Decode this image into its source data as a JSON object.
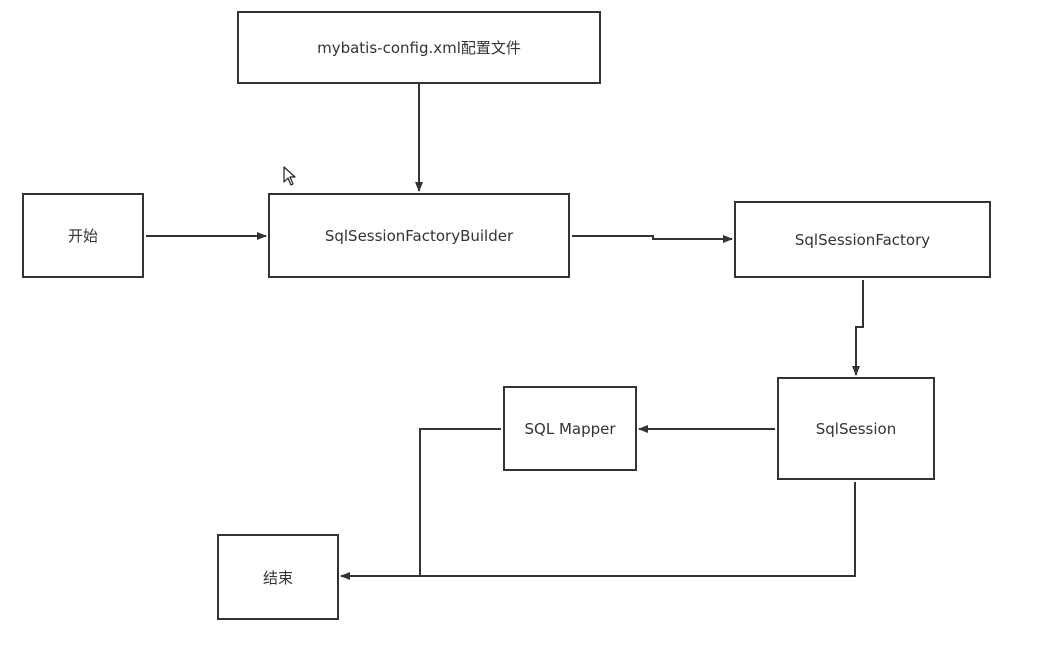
{
  "diagram": {
    "nodes": {
      "config": {
        "label": "mybatis-config.xml配置文件"
      },
      "start": {
        "label": "开始"
      },
      "builder": {
        "label": "SqlSessionFactoryBuilder"
      },
      "factory": {
        "label": "SqlSessionFactory"
      },
      "mapper": {
        "label": "SQL Mapper"
      },
      "session": {
        "label": "SqlSession"
      },
      "end": {
        "label": "结束"
      }
    },
    "edges": [
      {
        "from": "config",
        "to": "builder"
      },
      {
        "from": "start",
        "to": "builder"
      },
      {
        "from": "builder",
        "to": "factory"
      },
      {
        "from": "factory",
        "to": "session"
      },
      {
        "from": "session",
        "to": "mapper"
      },
      {
        "from": "mapper",
        "to": "end"
      },
      {
        "from": "session",
        "to": "end"
      }
    ],
    "colors": {
      "stroke": "#333333",
      "background": "#ffffff"
    },
    "icons": {
      "cursor": "mouse-pointer-icon"
    }
  }
}
